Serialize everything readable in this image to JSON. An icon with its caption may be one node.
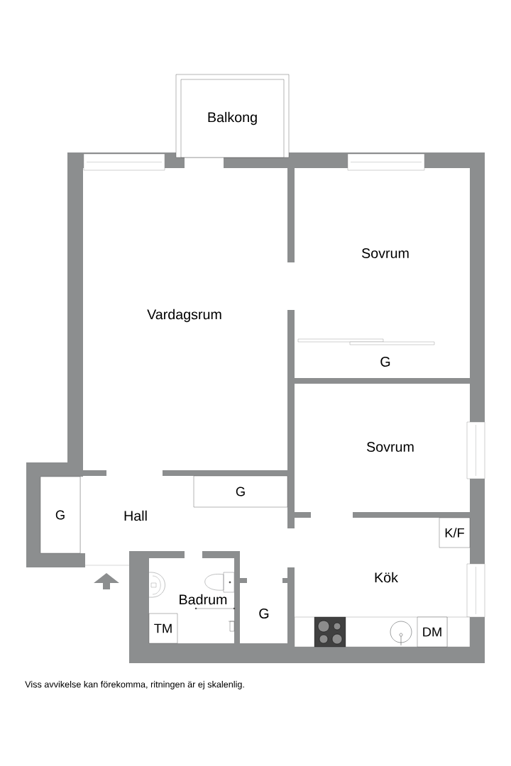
{
  "diagram": {
    "caption": "Viss avvikelse kan förekomma, ritningen är ej skalenlig.",
    "nodes": [
      {
        "text": [
          "Balkong"
        ]
      },
      {
        "text": [
          "Sovrum"
        ]
      },
      {
        "text": [
          "Vardagsrum"
        ]
      },
      {
        "text": [
          "G"
        ]
      },
      {
        "text": [
          "Sovrum"
        ]
      },
      {
        "text": [
          "G"
        ]
      },
      {
        "text": [
          "G"
        ]
      },
      {
        "text": [
          "Hall"
        ]
      },
      {
        "text": [
          "K/F"
        ]
      },
      {
        "text": [
          "Kök"
        ]
      },
      {
        "text": [
          "Badrum"
        ]
      },
      {
        "text": [
          "G"
        ]
      },
      {
        "text": [
          "TM"
        ]
      },
      {
        "text": [
          "DM"
        ]
      }
    ]
  }
}
